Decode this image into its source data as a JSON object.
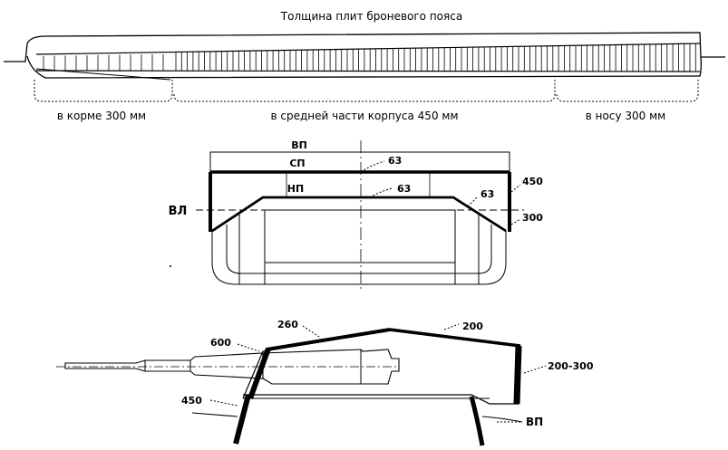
{
  "title": "Толщина плит броневого пояса",
  "belt": {
    "stern": "в корме 300 мм",
    "middle": "в средней части корпуса 450 мм",
    "bow": "в носу 300 мм"
  },
  "section": {
    "deck_upper": "ВП",
    "deck_middle": "СП",
    "deck_lower": "НП",
    "waterline": "ВЛ",
    "t_middle_deck": "63",
    "t_lower_deck": "63",
    "t_bevel": "63",
    "t_belt_top": "450",
    "t_belt_bottom": "300"
  },
  "turret": {
    "t_front_top": "600",
    "t_roof_front": "260",
    "t_roof_rear": "200",
    "t_rear": "200-300",
    "t_front_bottom": "450",
    "deck": "ВП"
  }
}
